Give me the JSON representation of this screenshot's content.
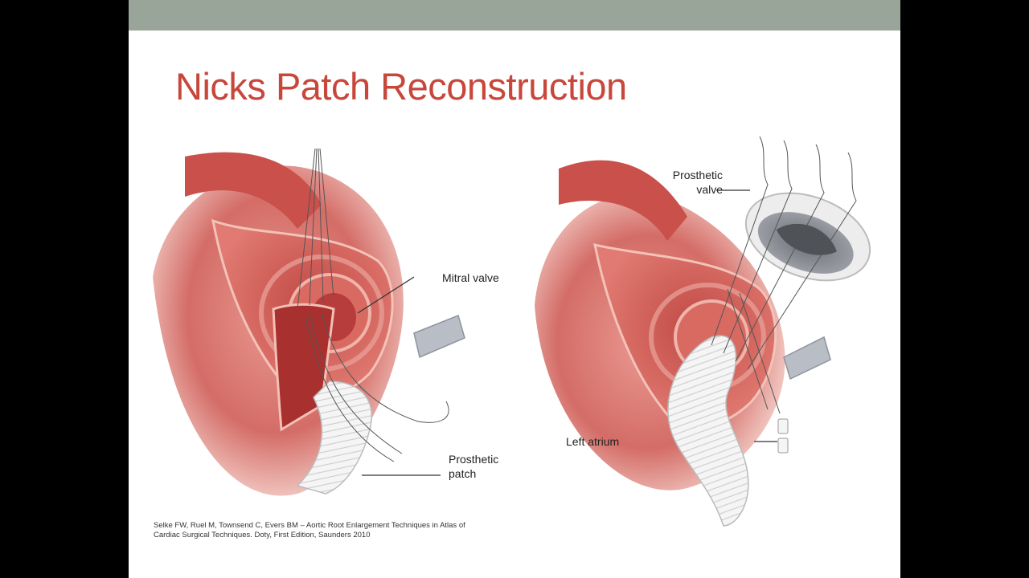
{
  "slide": {
    "title": "Nicks Patch Reconstruction",
    "title_color": "#c8473b",
    "header_bar_color": "#9aa59a"
  },
  "left_figure": {
    "labels": {
      "mitral_valve": "Mitral valve",
      "prosthetic_patch": [
        "Prosthetic",
        "patch"
      ]
    }
  },
  "right_figure": {
    "labels": {
      "prosthetic_valve": [
        "Prosthetic",
        "valve"
      ],
      "left_atrium": "Left atrium"
    }
  },
  "citation": {
    "line1": "Selke FW, Ruel M, Townsend C, Evers BM – Aortic Root Enlargement Techniques in Atlas of",
    "line2": "Cardiac Surgical Techniques. Doty, First Edition, Saunders 2010"
  },
  "colors": {
    "tissue_dark": "#b8403e",
    "tissue_mid": "#d66a63",
    "tissue_light": "#f0b3a8",
    "patch": "#f2f2f2",
    "retractor": "#b9bec6"
  }
}
